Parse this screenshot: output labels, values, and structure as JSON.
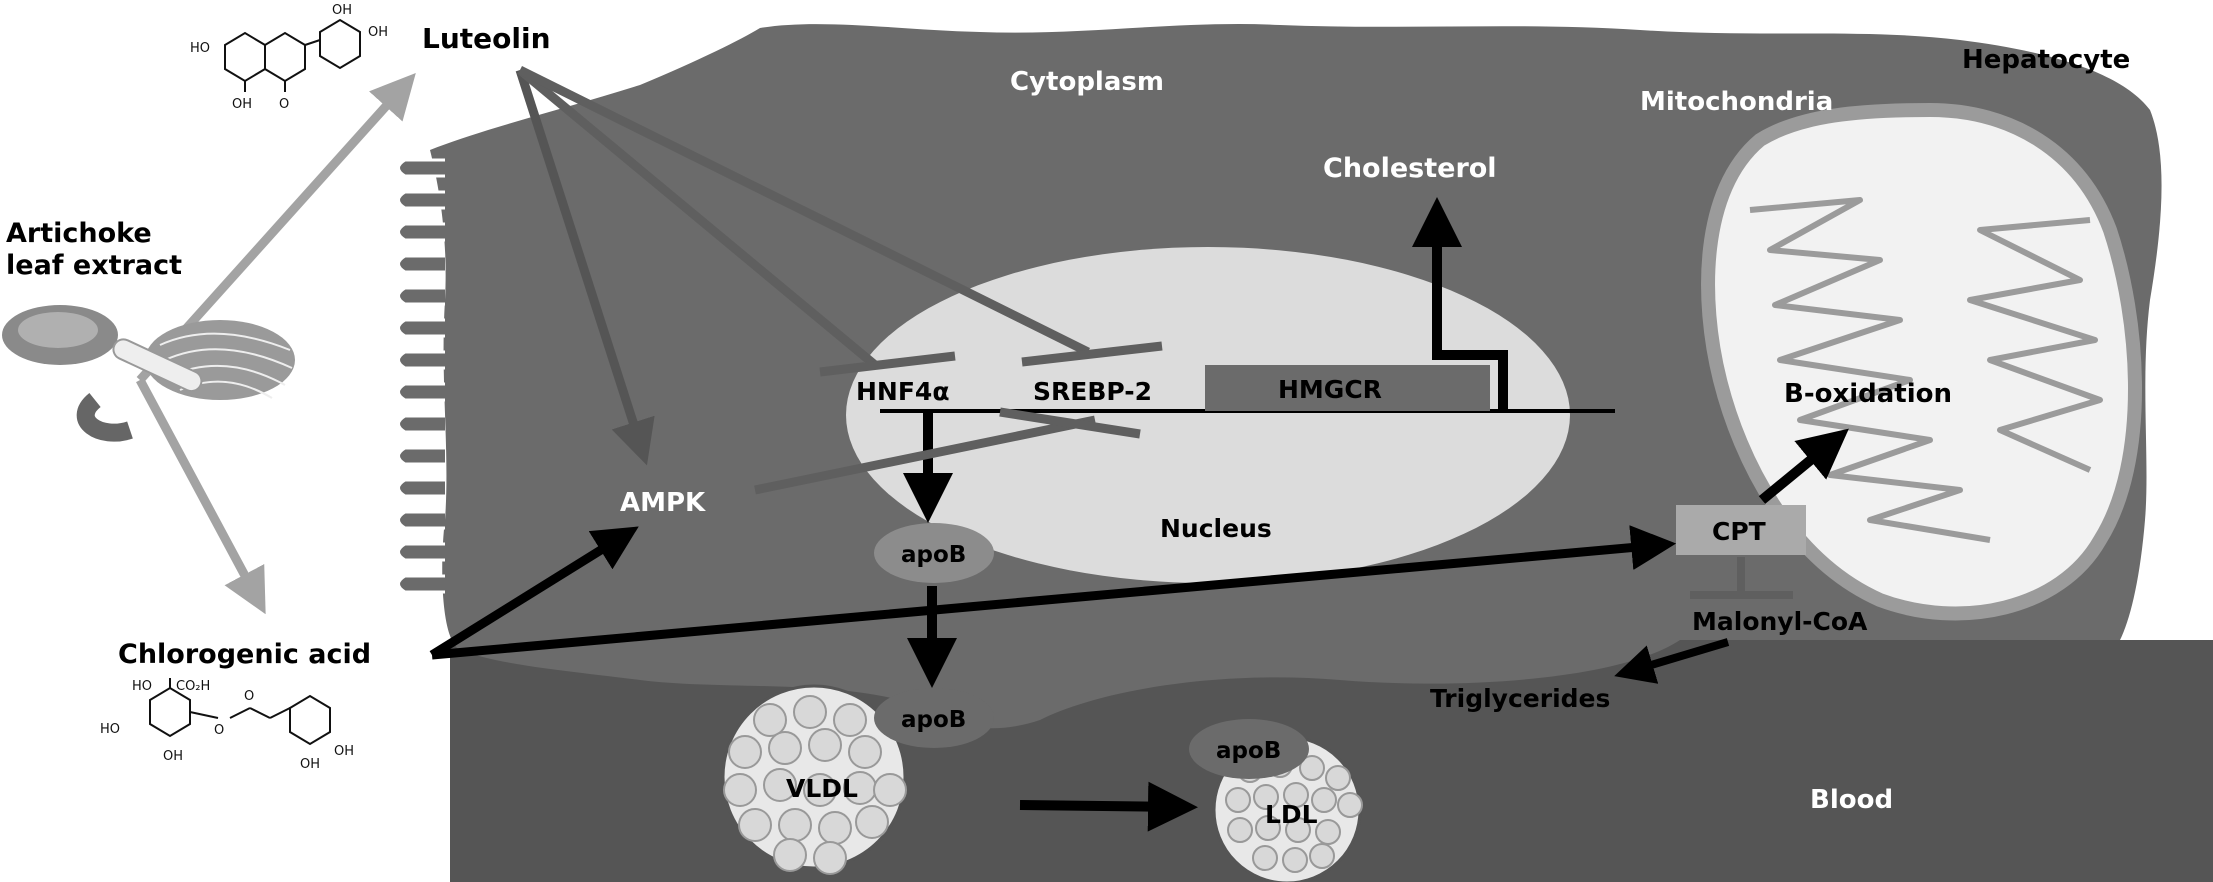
{
  "labels": {
    "luteolin": "Luteolin",
    "artichoke_line1": "Artichoke",
    "artichoke_line2": "leaf extract",
    "chlorogenic_acid": "Chlorogenic acid",
    "cytoplasm": "Cytoplasm",
    "hepatocyte": "Hepatocyte",
    "mitochondria": "Mitochondria",
    "cholesterol": "Cholesterol",
    "hnf4a": "HNF4α",
    "srebp2": "SREBP-2",
    "hmgcr": "HMGCR",
    "b_oxidation": "B-oxidation",
    "ampk": "AMPK",
    "nucleus": "Nucleus",
    "cpt": "CPT",
    "apob_nuclear": "apoB",
    "apob_vldl": "apoB",
    "apob_ldl": "apoB",
    "malonyl_coa": "Malonyl-CoA",
    "triglycerides": "Triglycerides",
    "vldl": "VLDL",
    "ldl": "LDL",
    "blood": "Blood"
  },
  "chem": {
    "oh": "OH",
    "ho": "HO",
    "o": "O",
    "co2h": "CO₂H"
  },
  "colors": {
    "cell_fill": "#6b6b6b",
    "blood_fill": "#555555",
    "nucleus_fill": "#dcdcdc",
    "mito_fill": "#f2f2f2",
    "arrow_black": "#000000",
    "arrow_light": "#a3a3a3",
    "inhibit_gray": "#5f5f5f"
  }
}
